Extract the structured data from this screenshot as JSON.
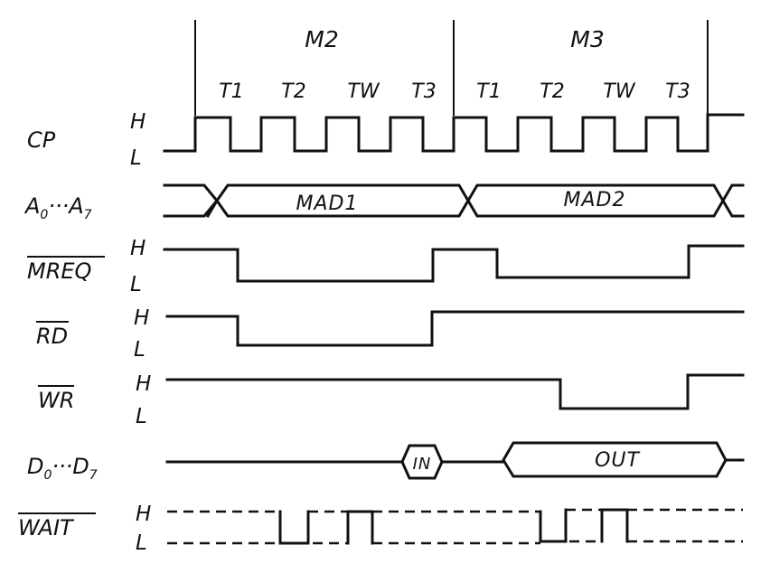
{
  "phases": [
    {
      "label": "M2",
      "tstates": [
        "T1",
        "T2",
        "TW",
        "T3"
      ]
    },
    {
      "label": "M3",
      "tstates": [
        "T1",
        "T2",
        "TW",
        "T3"
      ]
    }
  ],
  "levels": {
    "high": "H",
    "low": "L"
  },
  "signals": {
    "cp": {
      "label": "CP"
    },
    "addr": {
      "main": "A",
      "sub1": "0",
      "dots": "···",
      "main2": "A",
      "sub2": "7",
      "seg1": "MAD1",
      "seg2": "MAD2"
    },
    "mreq": {
      "label": "MREQ"
    },
    "rd": {
      "label": "RD"
    },
    "wr": {
      "label": "WR"
    },
    "data": {
      "main": "D",
      "sub1": "0",
      "dots": "···",
      "main2": "D",
      "sub2": "7",
      "in": "IN",
      "out": "OUT"
    },
    "wait": {
      "label": "WAIT"
    }
  }
}
